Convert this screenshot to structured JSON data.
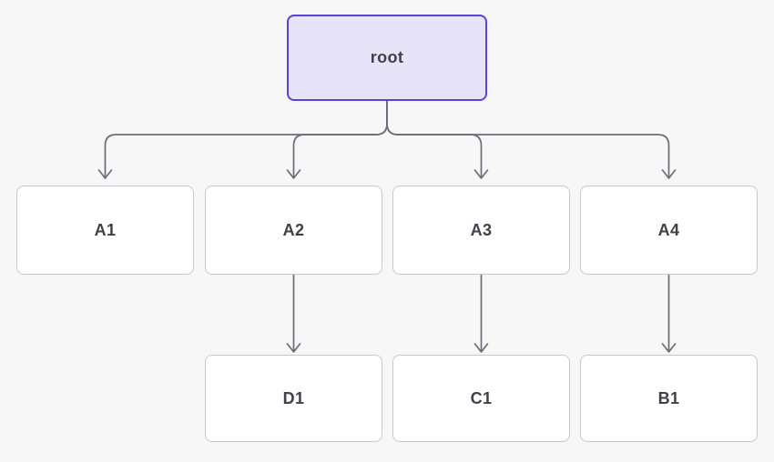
{
  "diagram": {
    "type": "tree",
    "nodes": {
      "root": {
        "label": "root"
      },
      "a1": {
        "label": "A1"
      },
      "a2": {
        "label": "A2"
      },
      "a3": {
        "label": "A3"
      },
      "a4": {
        "label": "A4"
      },
      "d1": {
        "label": "D1"
      },
      "c1": {
        "label": "C1"
      },
      "b1": {
        "label": "B1"
      }
    },
    "edges": [
      {
        "from": "root",
        "to": "A1"
      },
      {
        "from": "root",
        "to": "A2"
      },
      {
        "from": "root",
        "to": "A3"
      },
      {
        "from": "root",
        "to": "A4"
      },
      {
        "from": "A2",
        "to": "D1"
      },
      {
        "from": "A3",
        "to": "C1"
      },
      {
        "from": "A4",
        "to": "B1"
      }
    ],
    "colors": {
      "background": "#f7f7f8",
      "root-fill": "#e7e3f8",
      "root-border": "#5b43d8",
      "node-fill": "#ffffff",
      "node-border": "#c8c8d0",
      "connector": "#6e6c78",
      "text": "#403f4a"
    }
  }
}
